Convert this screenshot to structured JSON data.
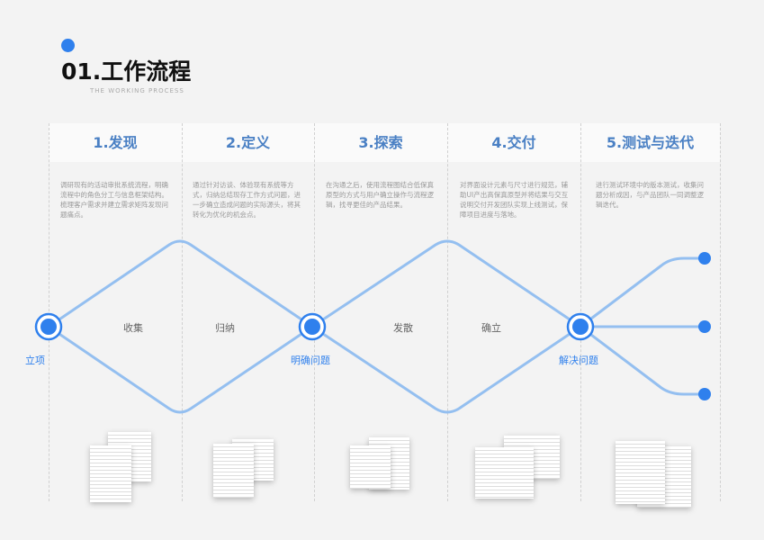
{
  "header": {
    "title": "01.工作流程",
    "subtitle": "THE WORKING PROCESS"
  },
  "steps": [
    {
      "title": "1.发现",
      "desc": "调研现有的活动审批系统流程，明确流程中的角色分工与信息框架结构。梳理客户需求并建立需求矩阵发现问题痛点。"
    },
    {
      "title": "2.定义",
      "desc": "通过针对访谈、体验现有系统等方式，归纳总结现存工作方式问题，进一步确立造成问题的实际源头，将其转化为优化的机会点。"
    },
    {
      "title": "3.探索",
      "desc": "在沟通之后，使用流程图结合低保真原型的方式与用户确立操作与流程逻辑，找寻更佳的产品结果。"
    },
    {
      "title": "4.交付",
      "desc": "对界面设计元素与尺寸进行规范，辅助UI产出高保真原型并将结果与交互说明交付开发团队实现上线测试，保障项目进度与落地。"
    },
    {
      "title": "5.测试与迭代",
      "desc": "进行测试环境中的版本测试，收集问题分析成因，与产品团队一同调整逻辑迭代。"
    }
  ],
  "diagram": {
    "inner": [
      "收集",
      "归纳",
      "发散",
      "确立"
    ],
    "nodes": [
      "立项",
      "明确问题",
      "解决问题"
    ]
  },
  "colors": {
    "accent": "#2f80ed",
    "line": "#94bff0",
    "title": "#4a80c4"
  }
}
